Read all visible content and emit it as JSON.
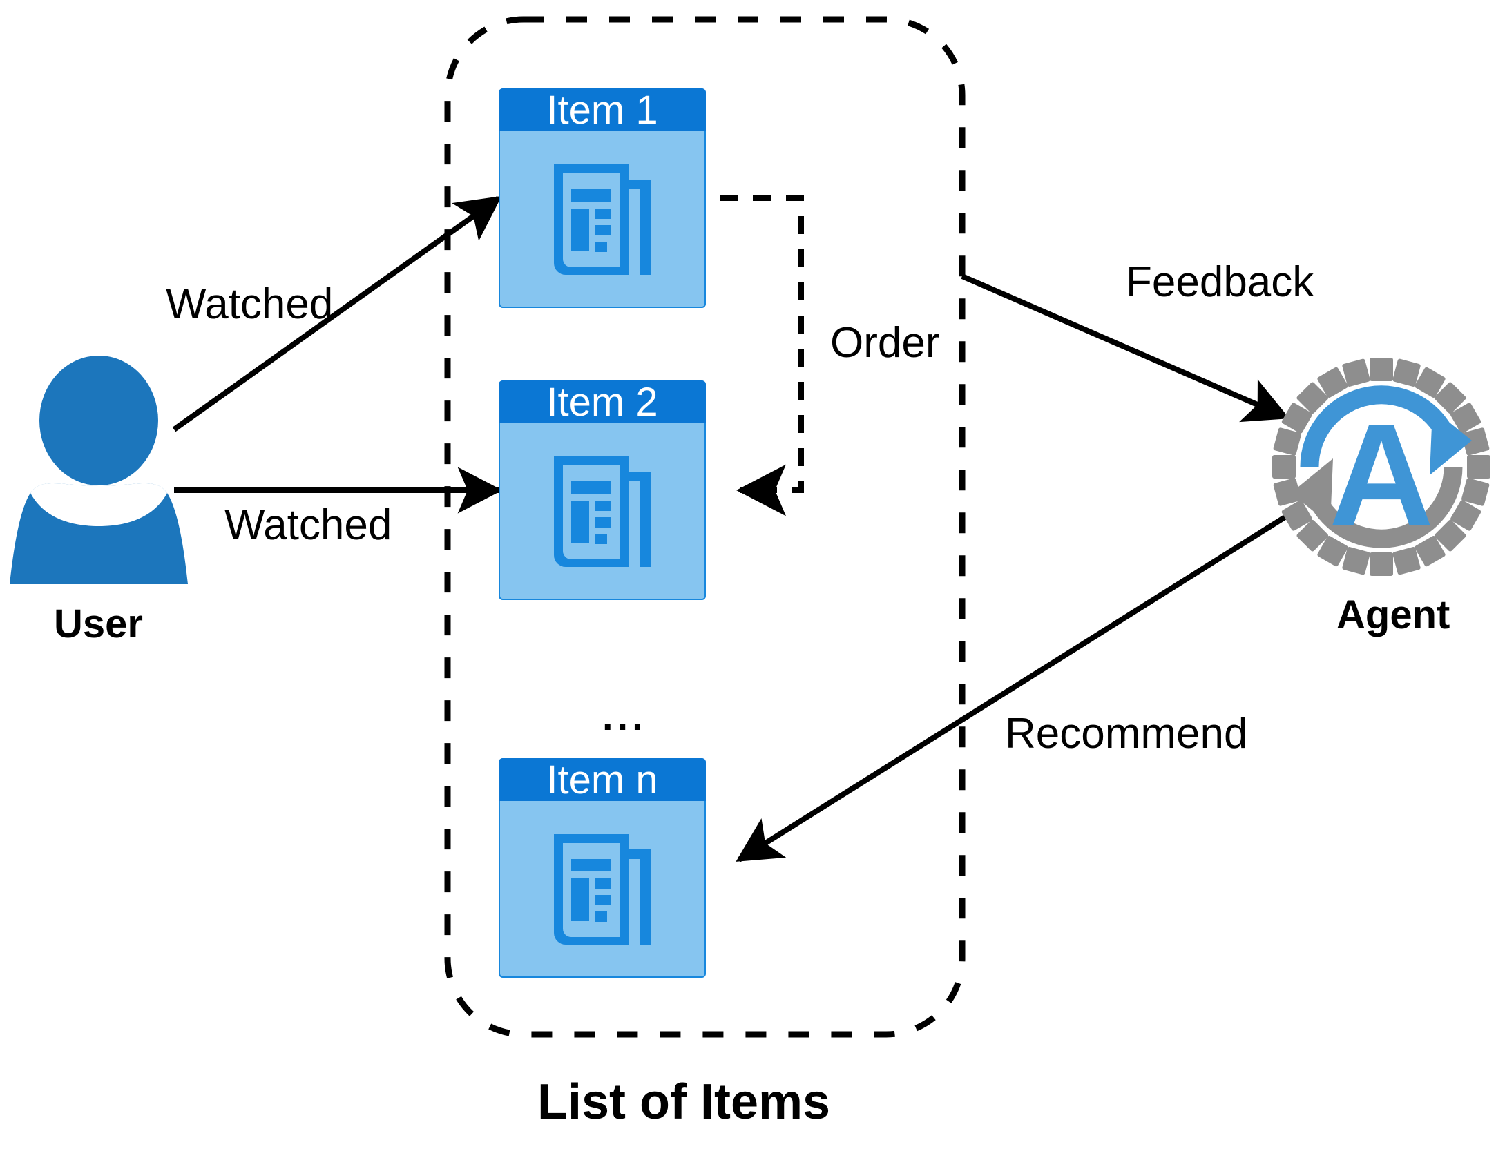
{
  "diagram": {
    "title_label": "List of Items",
    "colors": {
      "card_header": "#0b77d4",
      "card_body": "#86c5f0",
      "card_border": "#1787dd",
      "icon_blue": "#1787dd",
      "user_blue": "#1c76bc",
      "agent_blue": "#3f95d6",
      "agent_gray": "#8e8e8e",
      "stroke_black": "#000000",
      "background": "#ffffff"
    }
  },
  "nodes": {
    "user": {
      "label": "User",
      "icon": "user-person-icon"
    },
    "agent": {
      "label": "Agent",
      "icon": "agent-circular-arrows-icon",
      "glyph": "A"
    }
  },
  "item_list": {
    "group_label": "List of Items",
    "ellipsis": "...",
    "cards": [
      {
        "label": "Item 1",
        "icon": "newspaper-document-icon"
      },
      {
        "label": "Item 2",
        "icon": "newspaper-document-icon"
      },
      {
        "label": "Item n",
        "icon": "newspaper-document-icon"
      }
    ]
  },
  "edges": [
    {
      "label": "Watched",
      "from": "user",
      "to": "item-1",
      "style": "solid"
    },
    {
      "label": "Watched",
      "from": "user",
      "to": "item-2",
      "style": "solid"
    },
    {
      "label": "Order",
      "from": "item-1",
      "to": "item-2",
      "style": "dashed"
    },
    {
      "label": "Feedback",
      "from": "list-of-items",
      "to": "agent",
      "style": "solid"
    },
    {
      "label": "Recommend",
      "from": "agent",
      "to": "item-n",
      "style": "solid"
    }
  ]
}
